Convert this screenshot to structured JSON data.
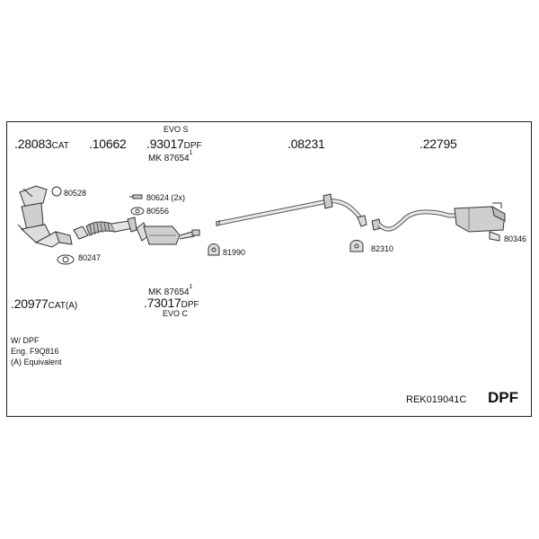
{
  "parts": {
    "p28083": {
      "number": ".28083",
      "suffix": "CAT"
    },
    "p10662": {
      "number": ".10662"
    },
    "p93017": {
      "number": ".93017",
      "suffix": "DPF",
      "top_note": "EVO S",
      "kit_prefix": "M",
      "kit_number": "K 87654",
      "kit_sup": "1"
    },
    "p08231": {
      "number": ".08231"
    },
    "p22795": {
      "number": ".22795"
    },
    "p20977": {
      "number": ".20977",
      "suffix": "CAT(A)"
    },
    "p73017": {
      "number": ".73017",
      "suffix": "DPF",
      "bottom_note": "EVO C",
      "kit_prefix": "M",
      "kit_number": "K 87654",
      "kit_sup": "1"
    }
  },
  "small_parts": {
    "s80528": "80528",
    "s80247": "80247",
    "s80624": "80624 (2x)",
    "s80556": "80556",
    "s81990": "81990",
    "s82310": "82310",
    "s80346": "80346"
  },
  "notes": [
    "W/ DPF",
    "Eng. F9Q816",
    "(A) Equivalent"
  ],
  "footer": {
    "ref": "REK019041C",
    "tag": "DPF"
  }
}
